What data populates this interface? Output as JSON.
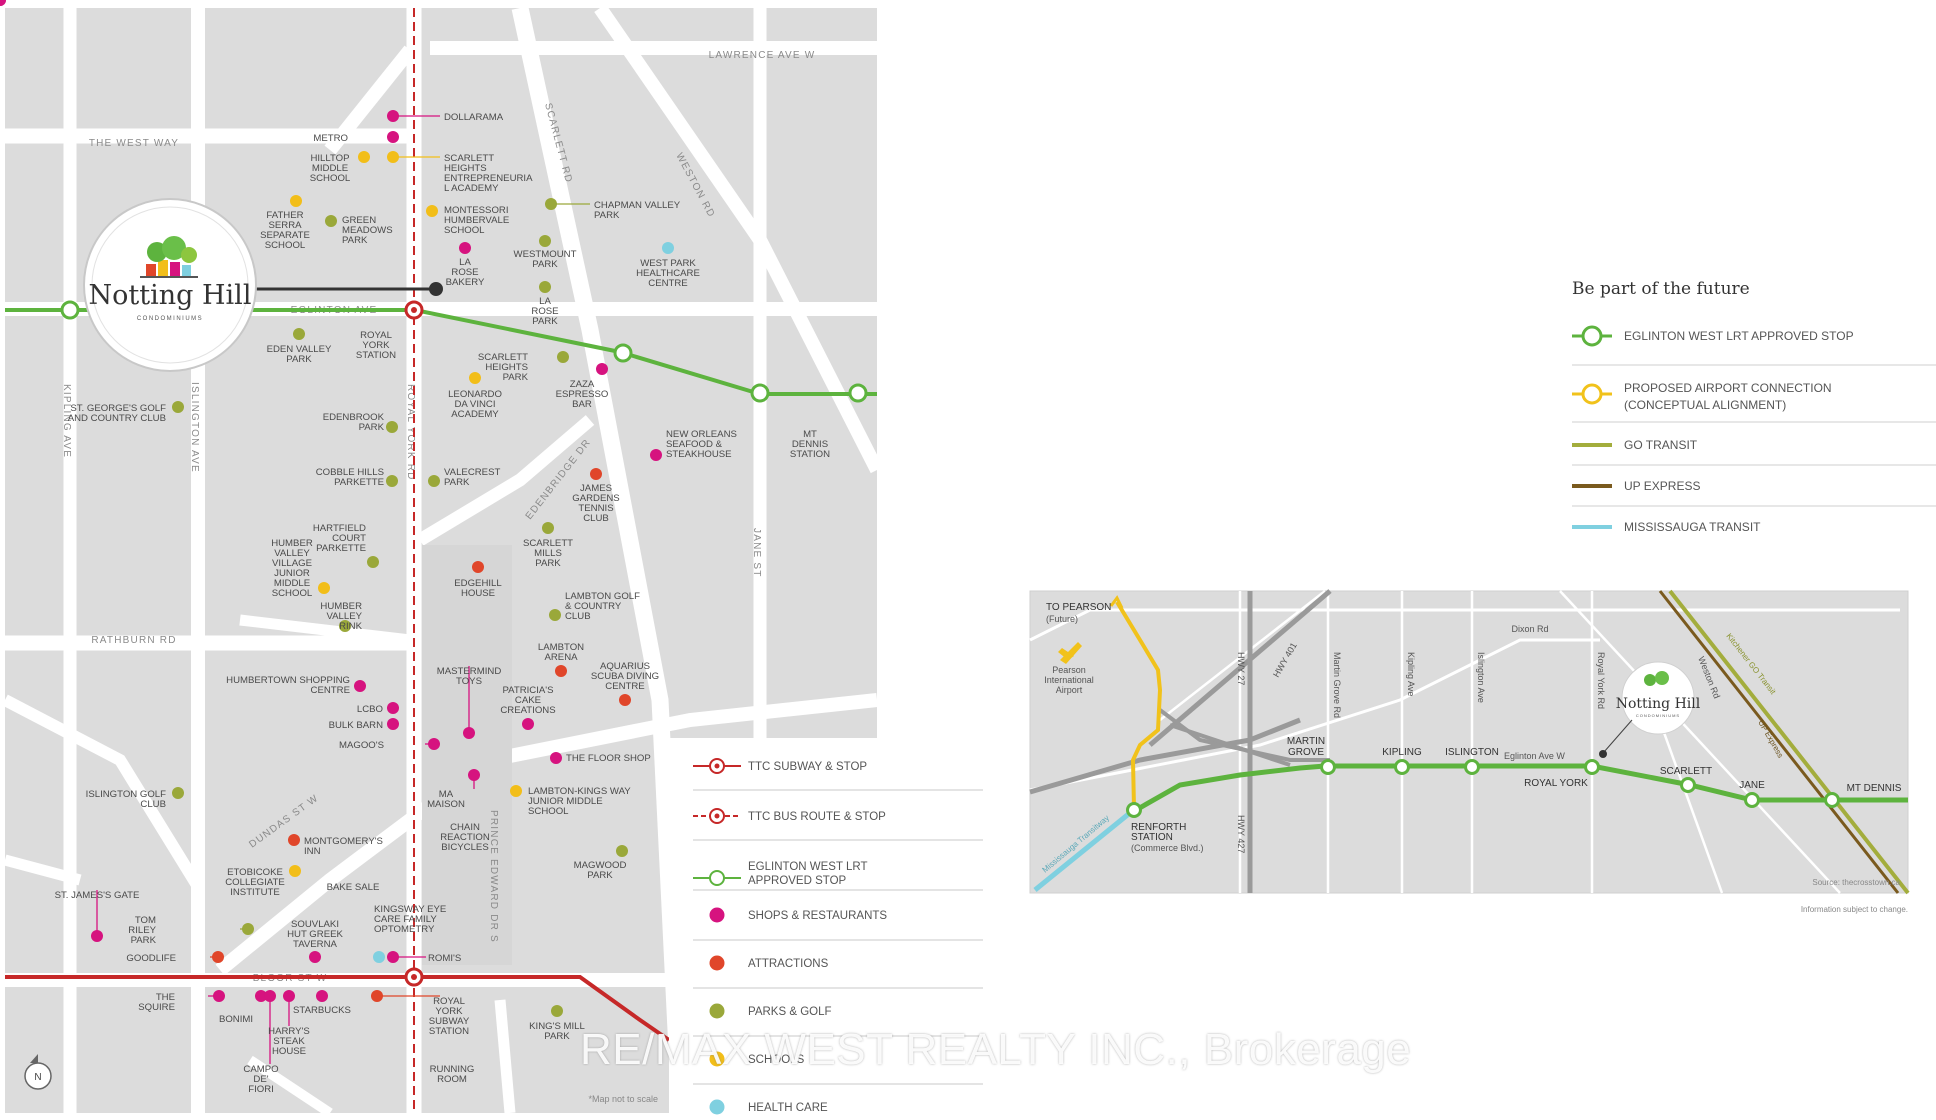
{
  "main_map": {
    "streets": {
      "lawrence": "LAWRENCE AVE W",
      "west_way": "THE WEST WAY",
      "scarlett": "SCARLETT RD",
      "weston": "WESTON RD",
      "eglinton": "EGLINTON AVE",
      "kipling": "KIPLING AVE",
      "islington": "ISLINGTON AVE",
      "royal_york": "ROYAL YORK RD",
      "edenbridge": "EDENBRIDGE DR",
      "jane": "JANE ST",
      "rathburn": "RATHBURN RD",
      "dundas": "DUNDAS ST W",
      "prince_edward": "PRINCE EDWARD DR S",
      "bloor": "BLOOR ST W"
    },
    "logo": {
      "name": "Notting Hill",
      "sub": "CONDOMINIUMS"
    },
    "points": [
      {
        "label": "DOLLARAMA",
        "cat": "shop"
      },
      {
        "label": "METRO",
        "cat": "shop"
      },
      {
        "label": "HILLTOP MIDDLE SCHOOL",
        "cat": "school"
      },
      {
        "label": "SCARLETT HEIGHTS ENTREPRENEURIA L ACADEMY",
        "cat": "school"
      },
      {
        "label": "CHAPMAN VALLEY PARK",
        "cat": "park"
      },
      {
        "label": "MONTESSORI HUMBERVALE SCHOOL",
        "cat": "school"
      },
      {
        "label": "FATHER SERRA SEPARATE SCHOOL",
        "cat": "school"
      },
      {
        "label": "GREEN MEADOWS PARK",
        "cat": "park"
      },
      {
        "label": "WESTMOUNT PARK",
        "cat": "park"
      },
      {
        "label": "WEST PARK HEALTHCARE CENTRE",
        "cat": "health"
      },
      {
        "label": "LA ROSE BAKERY",
        "cat": "shop"
      },
      {
        "label": "LA ROSE PARK",
        "cat": "park"
      },
      {
        "label": "EDEN VALLEY PARK",
        "cat": "park"
      },
      {
        "label": "ROYAL YORK STATION",
        "cat": "station"
      },
      {
        "label": "SCARLETT HEIGHTS PARK",
        "cat": "park"
      },
      {
        "label": "ZAZA ESPRESSO BAR",
        "cat": "shop"
      },
      {
        "label": "LEONARDO DA VINCI ACADEMY",
        "cat": "school"
      },
      {
        "label": "MT DENNIS STATION",
        "cat": "station"
      },
      {
        "label": "ST. GEORGE'S GOLF AND COUNTRY CLUB",
        "cat": "park"
      },
      {
        "label": "EDENBROOK PARK",
        "cat": "park"
      },
      {
        "label": "NEW ORLEANS SEAFOOD & STEAKHOUSE",
        "cat": "shop"
      },
      {
        "label": "COBBLE HILLS PARKETTE",
        "cat": "park"
      },
      {
        "label": "VALECREST PARK",
        "cat": "park"
      },
      {
        "label": "JAMES GARDENS TENNIS CLUB",
        "cat": "attraction"
      },
      {
        "label": "HARTFIELD COURT PARKETTE",
        "cat": "park"
      },
      {
        "label": "SCARLETT MILLS PARK",
        "cat": "park"
      },
      {
        "label": "HUMBER VALLEY VILLAGE JUNIOR MIDDLE SCHOOL",
        "cat": "school"
      },
      {
        "label": "EDGEHILL HOUSE",
        "cat": "attraction"
      },
      {
        "label": "HUMBER VALLEY RINK",
        "cat": "park"
      },
      {
        "label": "LAMBTON GOLF & COUNTRY CLUB",
        "cat": "park"
      },
      {
        "label": "LAMBTON ARENA",
        "cat": "attraction"
      },
      {
        "label": "MASTERMIND TOYS",
        "cat": "shop"
      },
      {
        "label": "AQUARIUS SCUBA DIVING CENTRE",
        "cat": "attraction"
      },
      {
        "label": "HUMBERTOWN SHOPPING CENTRE",
        "cat": "shop"
      },
      {
        "label": "PATRICIA'S CAKE CREATIONS",
        "cat": "shop"
      },
      {
        "label": "LCBO",
        "cat": "shop"
      },
      {
        "label": "BULK BARN",
        "cat": "shop"
      },
      {
        "label": "MAGOO'S",
        "cat": "shop"
      },
      {
        "label": "THE FLOOR SHOP",
        "cat": "shop"
      },
      {
        "label": "ISLINGTON GOLF CLUB",
        "cat": "park"
      },
      {
        "label": "MA MAISON",
        "cat": "shop"
      },
      {
        "label": "LAMBTON-KINGS WAY JUNIOR MIDDLE SCHOOL",
        "cat": "school"
      },
      {
        "label": "CHAIN REACTION BICYCLES",
        "cat": "shop"
      },
      {
        "label": "MONTGOMERY'S INN",
        "cat": "attraction"
      },
      {
        "label": "MAGWOOD PARK",
        "cat": "park"
      },
      {
        "label": "ETOBICOKE COLLEGIATE INSTITUTE",
        "cat": "school"
      },
      {
        "label": "BAKE SALE",
        "cat": "shop"
      },
      {
        "label": "ST. JAMES'S GATE",
        "cat": "shop"
      },
      {
        "label": "KINGSWAY EYE CARE FAMILY OPTOMETRY",
        "cat": "health"
      },
      {
        "label": "TOM RILEY PARK",
        "cat": "park"
      },
      {
        "label": "SOUVLAKI HUT GREEK TAVERNA",
        "cat": "shop"
      },
      {
        "label": "GOODLIFE",
        "cat": "attraction"
      },
      {
        "label": "ROMI'S",
        "cat": "shop"
      },
      {
        "label": "THE SQUIRE",
        "cat": "shop"
      },
      {
        "label": "STARBUCKS",
        "cat": "shop"
      },
      {
        "label": "BONIMI",
        "cat": "shop"
      },
      {
        "label": "ROYAL YORK SUBWAY STATION",
        "cat": "station"
      },
      {
        "label": "HARRY'S STEAK HOUSE",
        "cat": "shop"
      },
      {
        "label": "KING'S MILL PARK",
        "cat": "park"
      },
      {
        "label": "CAMPO DE' FIORI",
        "cat": "shop"
      },
      {
        "label": "RUNNING ROOM",
        "cat": "attraction"
      }
    ],
    "north_label": "N",
    "scale_note": "*Map not to scale"
  },
  "map_legend": [
    {
      "label": "TTC SUBWAY & STOP",
      "kind": "subway"
    },
    {
      "label": "TTC BUS ROUTE & STOP",
      "kind": "bus"
    },
    {
      "label": "EGLINTON WEST LRT APPROVED STOP",
      "kind": "lrt"
    },
    {
      "label": "SHOPS & RESTAURANTS",
      "kind": "shop"
    },
    {
      "label": "ATTRACTIONS",
      "kind": "attraction"
    },
    {
      "label": "PARKS & GOLF",
      "kind": "park"
    },
    {
      "label": "SCHOOLS",
      "kind": "school"
    },
    {
      "label": "HEALTH CARE",
      "kind": "health"
    }
  ],
  "future": {
    "title": "Be part of the future",
    "legend": [
      {
        "label": "EGLINTON WEST LRT APPROVED STOP",
        "kind": "lrt"
      },
      {
        "label": "PROPOSED AIRPORT CONNECTION",
        "label2": "(CONCEPTUAL ALIGNMENT)",
        "kind": "airport"
      },
      {
        "label": "GO TRANSIT",
        "kind": "go"
      },
      {
        "label": "UP EXPRESS",
        "kind": "up"
      },
      {
        "label": "MISSISSAUGA TRANSIT",
        "kind": "miway"
      }
    ]
  },
  "inset": {
    "to_pearson": "TO PEARSON",
    "future": "(Future)",
    "airport": [
      "Pearson",
      "International",
      "Airport"
    ],
    "roads": {
      "hwy27": "HWY 27",
      "hwy401": "HWY 401",
      "hwy427": "HWY 427",
      "martin_grove": "Martin Grove Rd",
      "kipling": "Kipling Ave",
      "islington": "Islington Ave",
      "royal_york": "Royal York Rd",
      "weston": "Weston Rd",
      "dixon": "Dixon Rd",
      "eglinton": "Eglinton Ave W",
      "transitway": "Mississauga Transitway",
      "kitchener": "Kitchener GO Transit",
      "up": "UP Express"
    },
    "stations": {
      "martin_grove": [
        "MARTIN",
        "GROVE"
      ],
      "kipling": "KIPLING",
      "islington": "ISLINGTON",
      "royal_york": "ROYAL YORK",
      "scarlett": "SCARLETT",
      "jane": "JANE",
      "mt_dennis": "MT DENNIS",
      "renforth": [
        "RENFORTH",
        "STATION",
        "(Commerce Blvd.)"
      ]
    },
    "logo": {
      "name": "Notting Hill",
      "sub": "CONDOMINIUMS"
    },
    "source": "Source: thecrosstown.ca",
    "disclaimer": "Information subject to change."
  },
  "watermark": "RE/MAX WEST REALTY INC., Brokerage",
  "colors": {
    "shop": "#d6137f",
    "attraction": "#e0462a",
    "park": "#9aa83a",
    "school": "#f2be19",
    "health": "#7fd0e0",
    "lrt": "#5db33e",
    "subway": "#c62828",
    "airport": "#f1c21b",
    "go": "#a3ad3c",
    "up": "#7a5a1e",
    "miway": "#7fd0e0"
  }
}
